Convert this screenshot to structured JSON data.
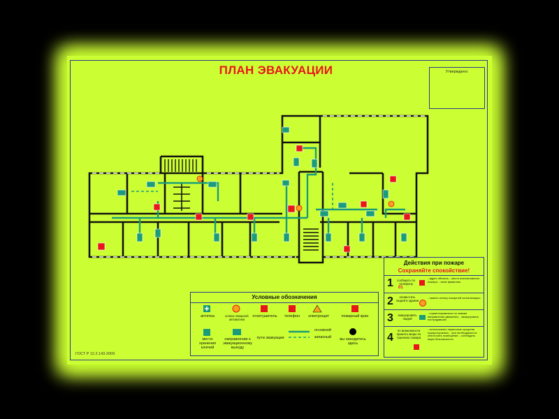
{
  "plan": {
    "title": "ПЛАН ЭВАКУАЦИИ",
    "approved_label": "Утверждено:",
    "standard": "ГОСТ Р 12.2.143-2009"
  },
  "legend": {
    "title": "Условные обозначения",
    "items": {
      "first_aid": "аптечка",
      "fire_alarm_button": "кнопка пожарной автоматики",
      "extinguisher": "огнетушитель",
      "phone": "телефон",
      "electric_panel": "электрощит",
      "fire_hydrant": "пожарный кран",
      "key_storage": "место хранения ключей",
      "exit_direction": "направление к эвакуационному выходу",
      "evacuation_routes": "пути эвакуации",
      "route_main": "основной",
      "route_reserve": "запасный",
      "you_are_here": "вы находитесь здесь"
    }
  },
  "actions": {
    "title": "Действия при пожаре",
    "subtitle": "Сохраняйте спокойствие!",
    "steps": [
      {
        "number": "1",
        "label": "сообщить по телефону",
        "phone": "01",
        "notes": "- адрес объекта; - место возникновения пожара; - свою фамилию."
      },
      {
        "number": "2",
        "label": "оповестить людей в здании",
        "notes": "- нажать кнопку пожарной сигнализации;"
      },
      {
        "number": "3",
        "label": "эвакуировать людей",
        "notes": "- сориентироваться по знакам направления движения; - эвакуировать пострадавших."
      },
      {
        "number": "4",
        "label": "по возможности принять меры по тушению пожара",
        "notes": "- использовать первичные средства пожаротушения; - при необходимости обесточить помещение; - соблюдать меры безопасности."
      }
    ]
  },
  "colors": {
    "background": "#000000",
    "sheet": "#ccff33",
    "walls": "#111111",
    "route": "#1a9c7a",
    "sign_green": "#1a9c7a",
    "sign_red": "#e8151b",
    "frame": "#2a3a8a"
  }
}
